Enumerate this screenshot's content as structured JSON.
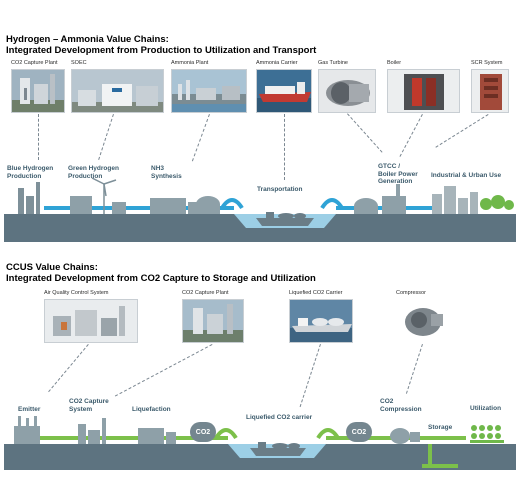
{
  "hydrogen": {
    "title_line1": "Hydrogen – Ammonia Value Chains:",
    "title_line2": "Integrated Development from Production to Utilization and Transport",
    "photos": [
      {
        "caption": "CO2 Capture Plant"
      },
      {
        "caption": "SOEC"
      },
      {
        "caption": "Ammonia Plant"
      },
      {
        "caption": "Ammonia Carrier"
      },
      {
        "caption": "Gas Turbine"
      },
      {
        "caption": "Boiler"
      },
      {
        "caption": "SCR System"
      }
    ],
    "stages": {
      "blue_line1": "Blue Hydrogen",
      "blue_line2": "Production",
      "green_line1": "Green Hydrogen",
      "green_line2": "Production",
      "nh3_line1": "NH3",
      "nh3_line2": "Synthesis",
      "transport": "Transportation",
      "gtcc_line1": "GTCC /",
      "gtcc_line2": "Boiler Power",
      "gtcc_line3": "Generation",
      "industrial": "Industrial & Urban Use"
    }
  },
  "ccus": {
    "title_line1": "CCUS Value Chains:",
    "title_line2": "Integrated Development from CO2 Capture to Storage and Utilization",
    "photos": [
      {
        "caption": "Air Quality Control System"
      },
      {
        "caption": "CO2 Capture Plant"
      },
      {
        "caption": "Liquefied CO2 Carrier"
      },
      {
        "caption": "Compressor"
      }
    ],
    "stages": {
      "emitter": "Emitter",
      "capture_line1": "CO2 Capture",
      "capture_line2": "System",
      "liquefaction": "Liquefaction",
      "carrier": "Liquefied CO2 carrier",
      "compression_line1": "CO2",
      "compression_line2": "Compression",
      "storage": "Storage",
      "utilization": "Utilization"
    },
    "tank_label": "CO2"
  },
  "colors": {
    "ground": "#5d7380",
    "pipe_blue": "#2fa3d6",
    "pipe_green": "#7cc04a",
    "stage_text": "#3b5a6b",
    "water": "#9ccfe6"
  }
}
